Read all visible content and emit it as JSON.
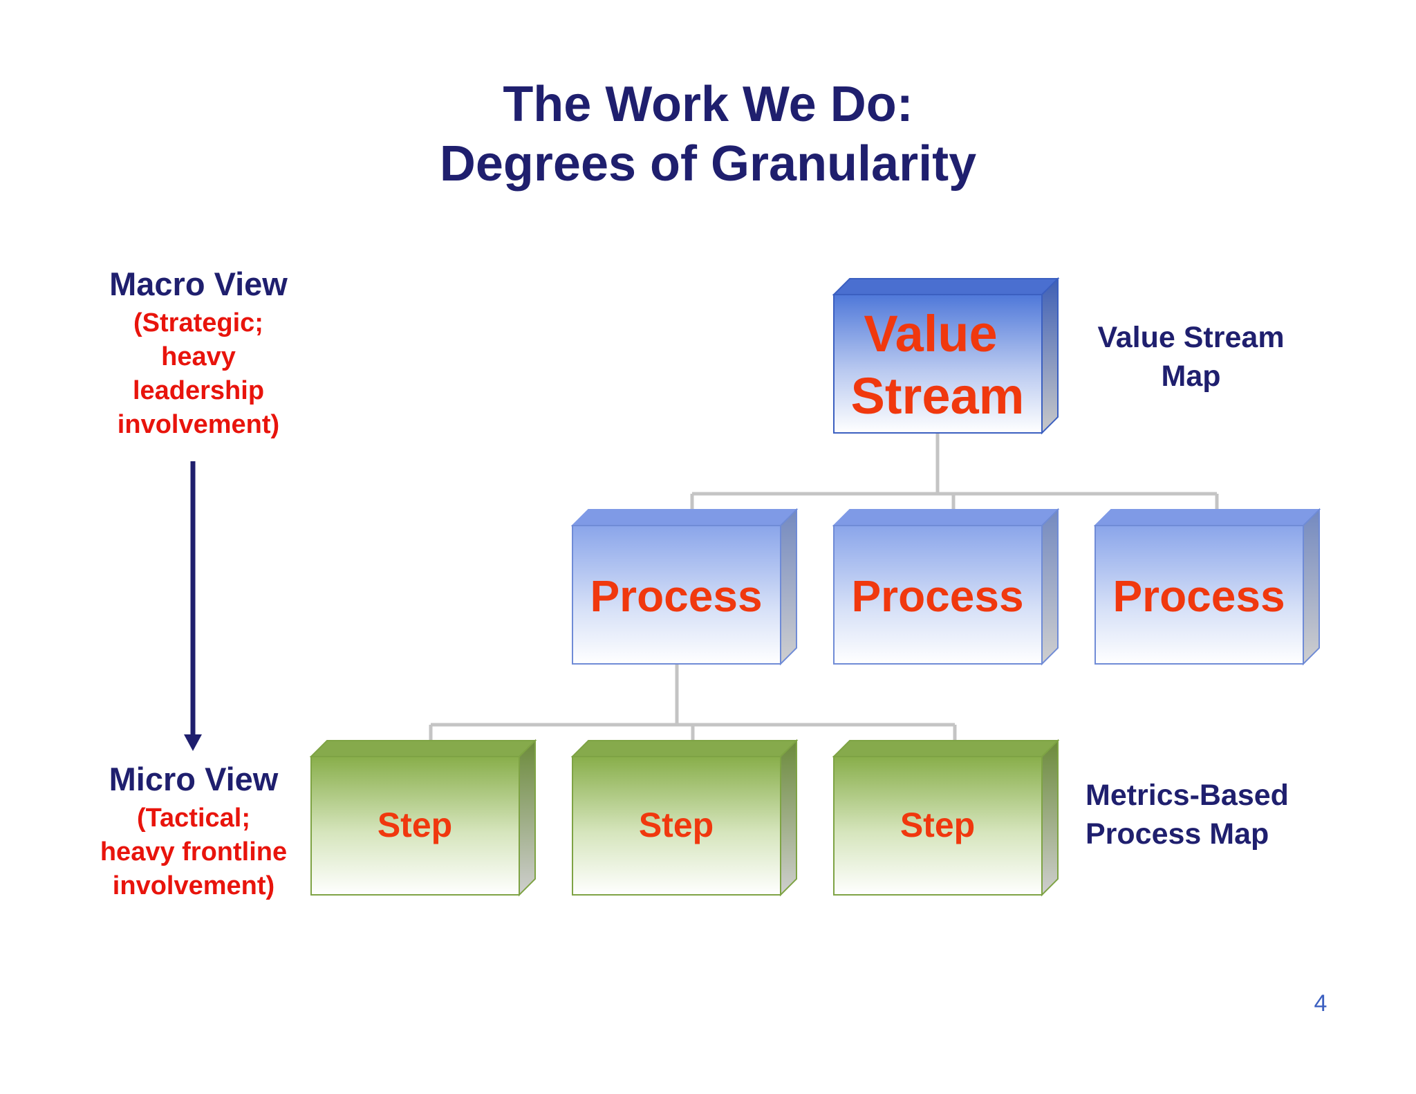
{
  "title": {
    "line1": "The Work We Do:",
    "line2": "Degrees of Granularity"
  },
  "left": {
    "macro": {
      "heading": "Macro View",
      "sub": "(Strategic;\nheavy\nleadership\ninvolvement)"
    },
    "micro": {
      "heading": "Micro View",
      "sub": "(Tactical;\nheavy frontline\ninvolvement)"
    }
  },
  "right": {
    "value_stream_map": "Value Stream\nMap",
    "process_map": "Metrics-Based\nProcess Map"
  },
  "hierarchy": {
    "root": {
      "label_line1": "Value",
      "label_line2": "Stream"
    },
    "processes": [
      "Process",
      "Process",
      "Process"
    ],
    "steps": [
      "Step",
      "Step",
      "Step"
    ]
  },
  "colors": {
    "title": "#1f1f6e",
    "subtext": "#e8140c",
    "box_text": "#f0380e",
    "blue_box_top": "#4f78d9",
    "green_box_top": "#88ae4a",
    "connector": "#c4c4c4",
    "arrow": "#1f1f6e",
    "page_number": "#3b5fc0"
  },
  "page_number": "4"
}
